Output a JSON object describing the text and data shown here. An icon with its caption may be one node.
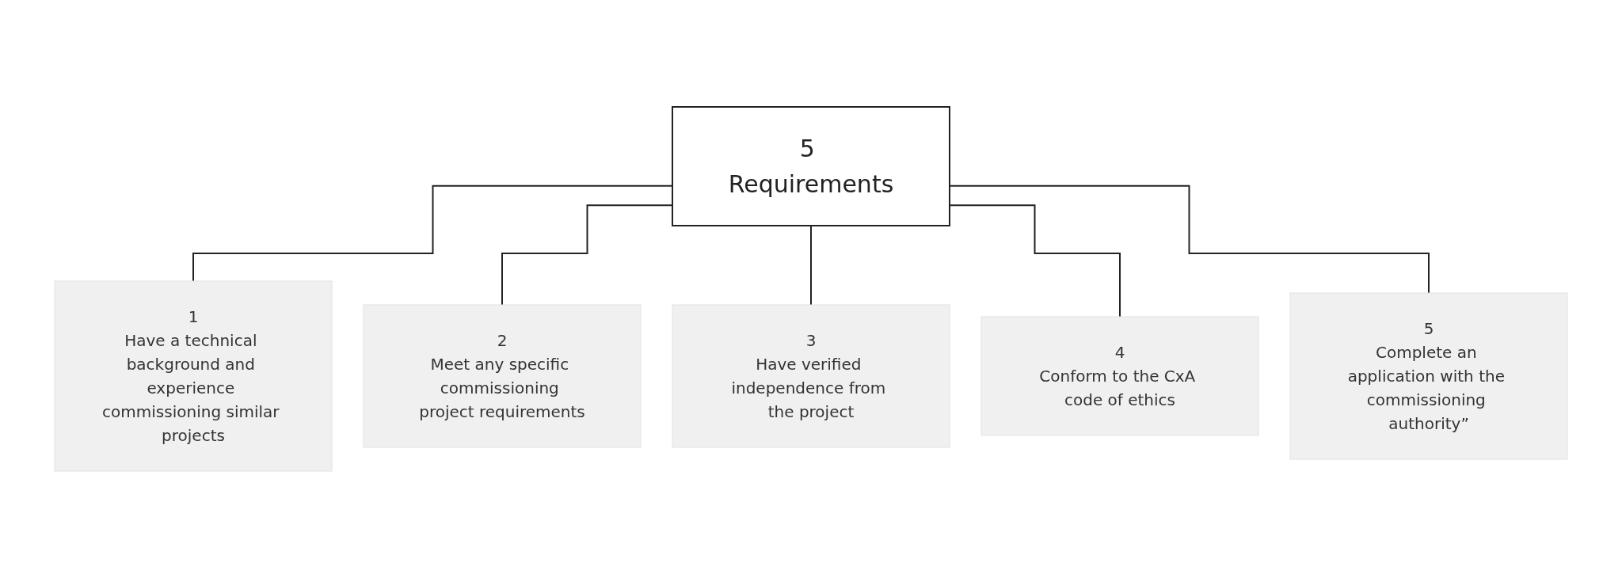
{
  "diagram": {
    "nodes": [
      {
        "text": [
          "5 Requirements"
        ]
      },
      {
        "text": [
          "1",
          "Have a technical background and experience commissioning similar projects"
        ]
      },
      {
        "text": [
          "2",
          "Meet any specific commissioning project requirements"
        ]
      },
      {
        "text": [
          "3",
          "Have verified independence from the project"
        ]
      },
      {
        "text": [
          "4",
          "Conform to the CxA code of ethics"
        ]
      },
      {
        "text": [
          "5",
          "Complete an application with the commissioning authority”"
        ]
      }
    ],
    "edges": [
      {
        "from": 0,
        "to": 1,
        "arrow": "none"
      },
      {
        "from": 0,
        "to": 2,
        "arrow": "none"
      },
      {
        "from": 0,
        "to": 3,
        "arrow": "none"
      },
      {
        "from": 0,
        "to": 4,
        "arrow": "none"
      },
      {
        "from": 0,
        "to": 5,
        "arrow": "none"
      }
    ]
  }
}
